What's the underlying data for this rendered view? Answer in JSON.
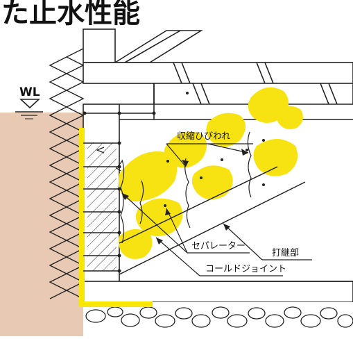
{
  "title": "た止水性能",
  "water_level_label": "WL",
  "labels": {
    "shrinkage_cracks": "収縮ひびわれ",
    "separator": "セパレーター",
    "construction_joint_part": "打継部",
    "cold_joint": "コールドジョイント"
  },
  "colors": {
    "soil": "#e7c9b4",
    "waterproof_membrane": "#f6e600",
    "leak_stain": "#f7e312",
    "concrete": "#ffffff",
    "line": "#1a1a1a"
  }
}
